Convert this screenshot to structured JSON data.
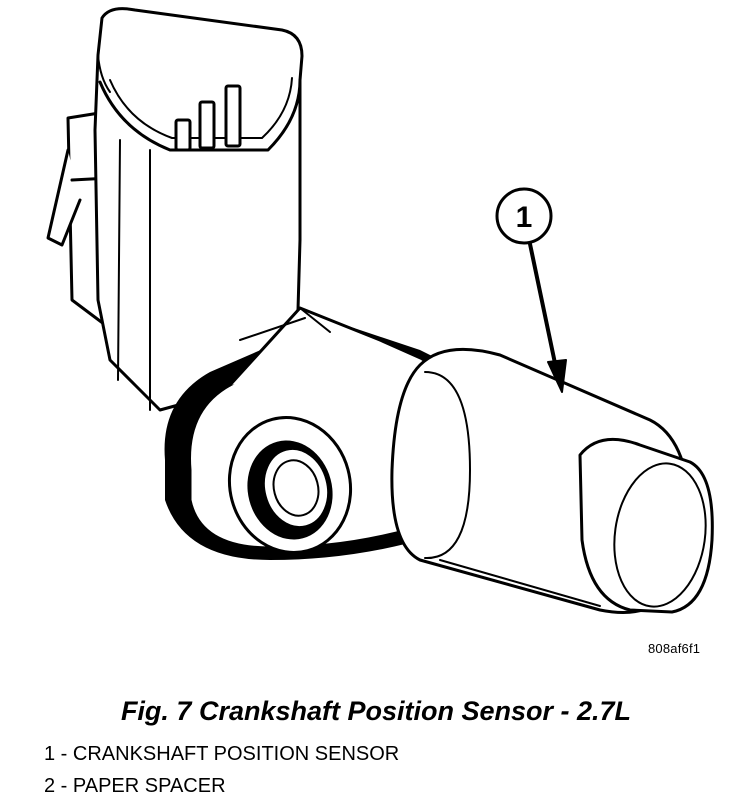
{
  "figure": {
    "callout": "1",
    "image_code": "808af6f1",
    "caption": "Fig. 7 Crankshaft Position Sensor - 2.7L"
  },
  "legend": [
    {
      "text": "1 - CRANKSHAFT POSITION SENSOR"
    },
    {
      "text": "2 - PAPER SPACER"
    }
  ]
}
